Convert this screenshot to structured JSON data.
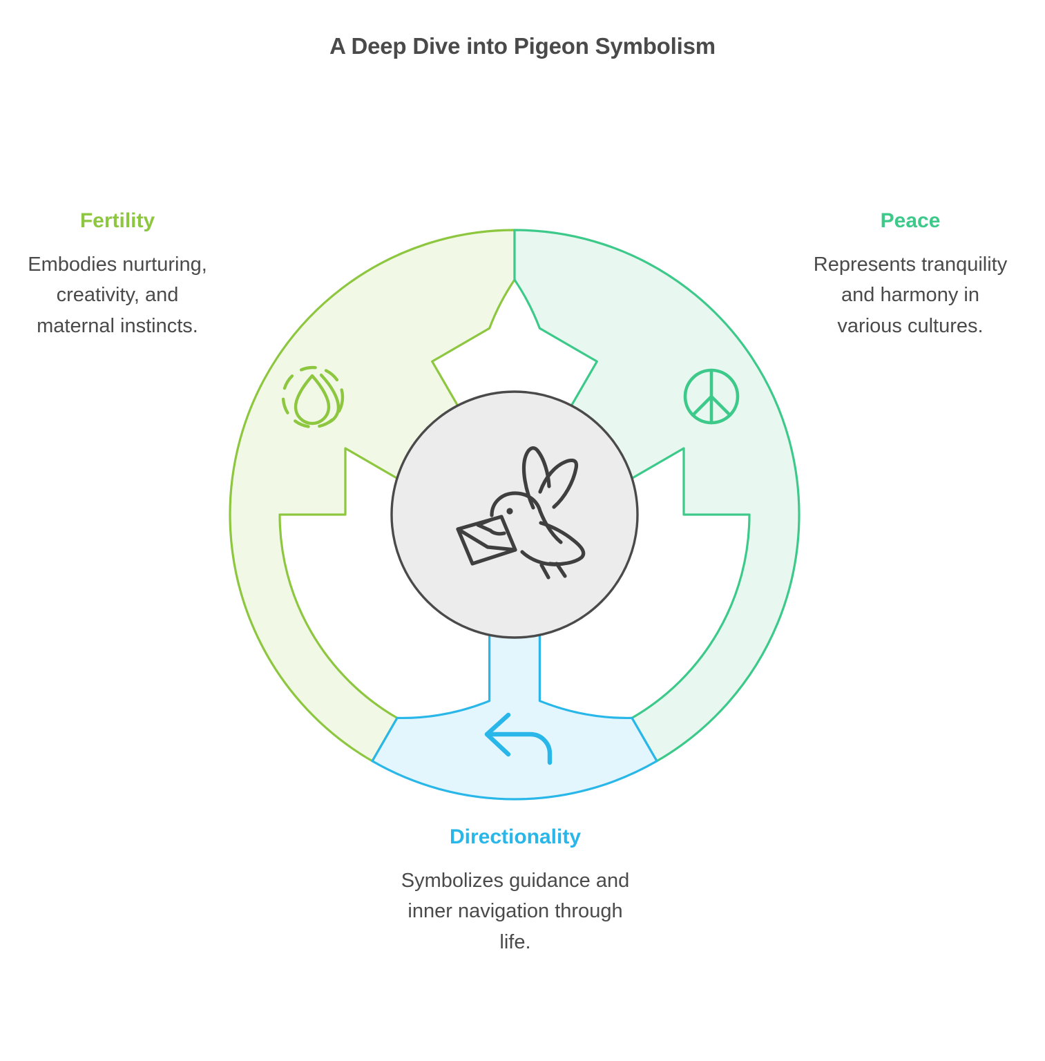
{
  "title": "A Deep Dive into Pigeon Symbolism",
  "center": {
    "icon": "carrier-pigeon-with-envelope-icon",
    "fill": "#ECECEC",
    "stroke": "#4a4a4a"
  },
  "chart_data": {
    "type": "pie",
    "title": "A Deep Dive into Pigeon Symbolism",
    "legend_position": "around",
    "categories": [
      "Fertility",
      "Peace",
      "Directionality"
    ],
    "values": [
      33.33,
      33.33,
      33.33
    ],
    "colors": [
      "#8DC63F",
      "#3CC98A",
      "#29B6E8"
    ],
    "fills": [
      "#F2F8E6",
      "#E8F8F0",
      "#E3F5FD"
    ],
    "annotations": [
      "Embodies nurturing, creativity, and maternal instincts.",
      "Represents tranquility and harmony in various cultures.",
      "Symbolizes guidance and inner navigation through life."
    ]
  },
  "segments": [
    {
      "id": "fertility",
      "label": "Fertility",
      "description": "Embodies nurturing, creativity, and maternal instincts.",
      "color": "#8DC63F",
      "fill": "#F2F8E6",
      "icon": "fertility-egg-icon"
    },
    {
      "id": "peace",
      "label": "Peace",
      "description": "Represents tranquility and harmony in various cultures.",
      "color": "#3CC98A",
      "fill": "#E8F8F0",
      "icon": "peace-symbol-icon"
    },
    {
      "id": "directionality",
      "label": "Directionality",
      "description": "Symbolizes guidance and inner navigation through life.",
      "color": "#29B6E8",
      "fill": "#E3F5FD",
      "icon": "curved-back-arrow-icon"
    }
  ]
}
